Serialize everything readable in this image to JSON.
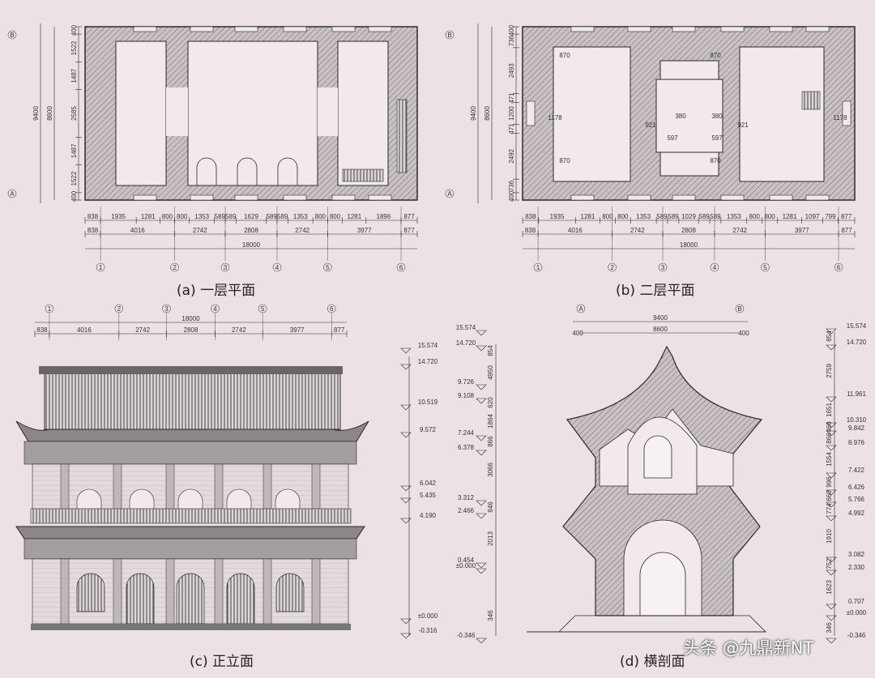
{
  "plan_a": {
    "caption": "(a) 一层平面",
    "dims_row1": [
      "838",
      "1935",
      "1281",
      "800",
      "800",
      "1353",
      "589",
      "589",
      "1629",
      "589",
      "589",
      "1353",
      "800",
      "800",
      "1281",
      "1896",
      "877"
    ],
    "dims_row2": [
      "838",
      "4016",
      "2742",
      "2808",
      "2742",
      "3977",
      "877"
    ],
    "dims_total": "18000",
    "axes_x": [
      "1",
      "2",
      "3",
      "4",
      "5",
      "6"
    ],
    "axes_y": [
      "A",
      "B"
    ],
    "dims_vertical": [
      "400",
      "1522",
      "1487",
      "2585",
      "1487",
      "1522",
      "400"
    ],
    "dims_vertical_mid": "8600",
    "dims_vertical_total": "9400"
  },
  "plan_b": {
    "caption": "(b) 二层平面",
    "dims_row1": [
      "838",
      "1935",
      "1281",
      "800",
      "800",
      "1353",
      "589",
      "589",
      "1029",
      "589",
      "589",
      "1353",
      "800",
      "800",
      "1281",
      "1097",
      "799",
      "877"
    ],
    "dims_row2": [
      "838",
      "4016",
      "2742",
      "2808",
      "2742",
      "3977",
      "877"
    ],
    "dims_total": "18000",
    "axes_x": [
      "1",
      "2",
      "3",
      "4",
      "5",
      "6"
    ],
    "axes_y": [
      "A",
      "B"
    ],
    "dims_vertical": [
      "400",
      "736",
      "2493",
      "471",
      "1200",
      "471",
      "2492",
      "736",
      "400"
    ],
    "dims_vertical_mid": "8600",
    "dims_vertical_total": "9400",
    "room_labels": [
      "870",
      "870",
      "870",
      "870",
      "1178",
      "1178",
      "921",
      "921",
      "380",
      "380",
      "597",
      "597"
    ]
  },
  "elevation_c": {
    "caption": "(c) 正立面",
    "axes_x": [
      "1",
      "2",
      "3",
      "4",
      "5",
      "6"
    ],
    "dims_top": [
      "838",
      "4016",
      "2742",
      "2808",
      "2742",
      "3977",
      "877"
    ],
    "dims_total": "18000",
    "levels_left": [
      "15.574",
      "14.720",
      "10.519",
      "9.572",
      "6.042",
      "5.435",
      "4.190",
      "±0.000",
      "-0.316"
    ],
    "levels_mid": [
      "15.574",
      "14.720",
      "9.726",
      "9.108",
      "7.244",
      "6.378",
      "3.312",
      "2.466",
      "0.454",
      "±0.000",
      "-0.346"
    ],
    "dims_mid": [
      "854",
      "4950",
      "620",
      "1864",
      "866",
      "3066",
      "846",
      "2013",
      "346"
    ]
  },
  "section_d": {
    "caption": "(d) 横剖面",
    "axes_x": [
      "A",
      "B"
    ],
    "dims_top_total": "9400",
    "dims_top_mid": "8600",
    "dims_top_side": [
      "400",
      "400"
    ],
    "levels": [
      "15.574",
      "14.720",
      "11.961",
      "10.310",
      "9.842",
      "8.976",
      "7.422",
      "6.426",
      "5.766",
      "4.992",
      "3.082",
      "2.330",
      "0.707",
      "±0.000",
      "-0.346"
    ],
    "dims": [
      "854",
      "2759",
      "1651",
      "468",
      "866",
      "1554",
      "996",
      "660",
      "774",
      "1910",
      "752",
      "1623",
      "346"
    ]
  },
  "watermark": "头条 @九鼎新NT",
  "colors": {
    "background": "#ece2e6",
    "line": "#2a2a2a",
    "wall_fill": "#b9b2b4"
  }
}
